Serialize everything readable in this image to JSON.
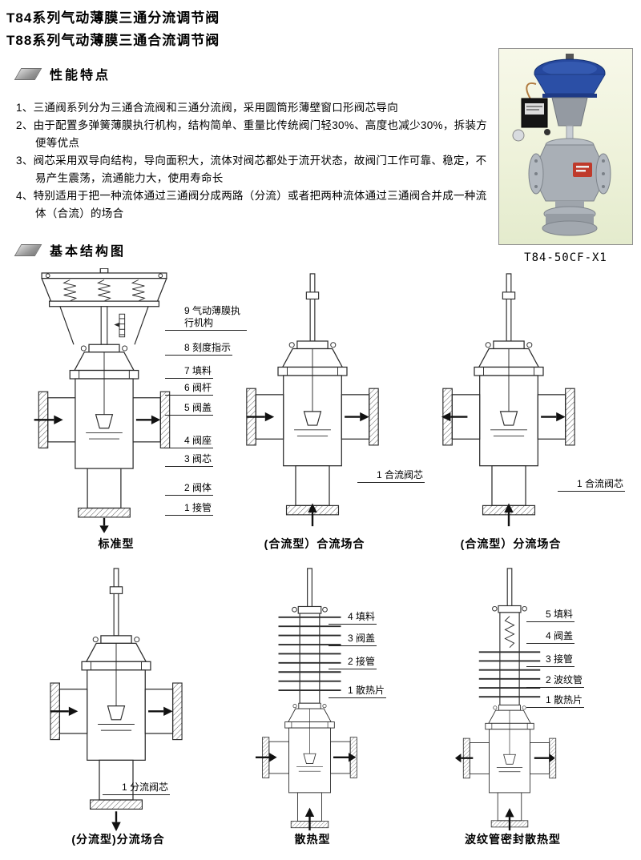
{
  "page": {
    "title_line1": "T84系列气动薄膜三通分流调节阀",
    "title_line2": "T88系列气动薄膜三通合流调节阀"
  },
  "features": {
    "heading": "性能特点",
    "items": [
      "1、三通阀系列分为三通合流阀和三通分流阀，采用圆筒形薄壁窗口形阀芯导向",
      "2、由于配置多弹簧薄膜执行机构，结构简单、重量比传统阀门轻30%、高度也减少30%，拆装方便等优点",
      "3、阀芯采用双导向结构，导向面积大，流体对阀芯都处于流开状态，故阀门工作可靠、稳定，不易产生震荡，流通能力大，使用寿命长",
      "4、特别适用于把一种流体通过三通阀分成两路（分流）或者把两种流体通过三通阀合并成一种流体（合流）的场合"
    ]
  },
  "structure": {
    "heading": "基本结构图"
  },
  "product": {
    "caption": "T84-50CF-X1"
  },
  "colors": {
    "actuator_blue": "#26489e",
    "drawing_stroke": "#2b2b2b",
    "photo_bg": "#eef2da",
    "tag_red": "#bf3a2b"
  },
  "diagrams": [
    {
      "caption": "标准型",
      "labels": [
        "9 气动薄膜执行机构",
        "8 刻度指示",
        "7 填料",
        "6 阀杆",
        "5 阀盖",
        "4 阀座",
        "3 阀芯",
        "2 阀体",
        "1 接管"
      ]
    },
    {
      "caption": "(合流型）合流场合",
      "labels": [
        "1 合流阀芯"
      ]
    },
    {
      "caption": "(合流型）分流场合",
      "labels": [
        "1 合流阀芯"
      ]
    },
    {
      "caption": "(分流型)分流场合",
      "labels": [
        "1 分流阀芯"
      ]
    },
    {
      "caption": "散热型",
      "labels": [
        "4 填料",
        "3 阀盖",
        "2 接管",
        "1 散热片"
      ]
    },
    {
      "caption": "波纹管密封散热型",
      "labels": [
        "5 填料",
        "4 阀盖",
        "3 接管",
        "2 波纹管",
        "1 散热片"
      ]
    }
  ]
}
